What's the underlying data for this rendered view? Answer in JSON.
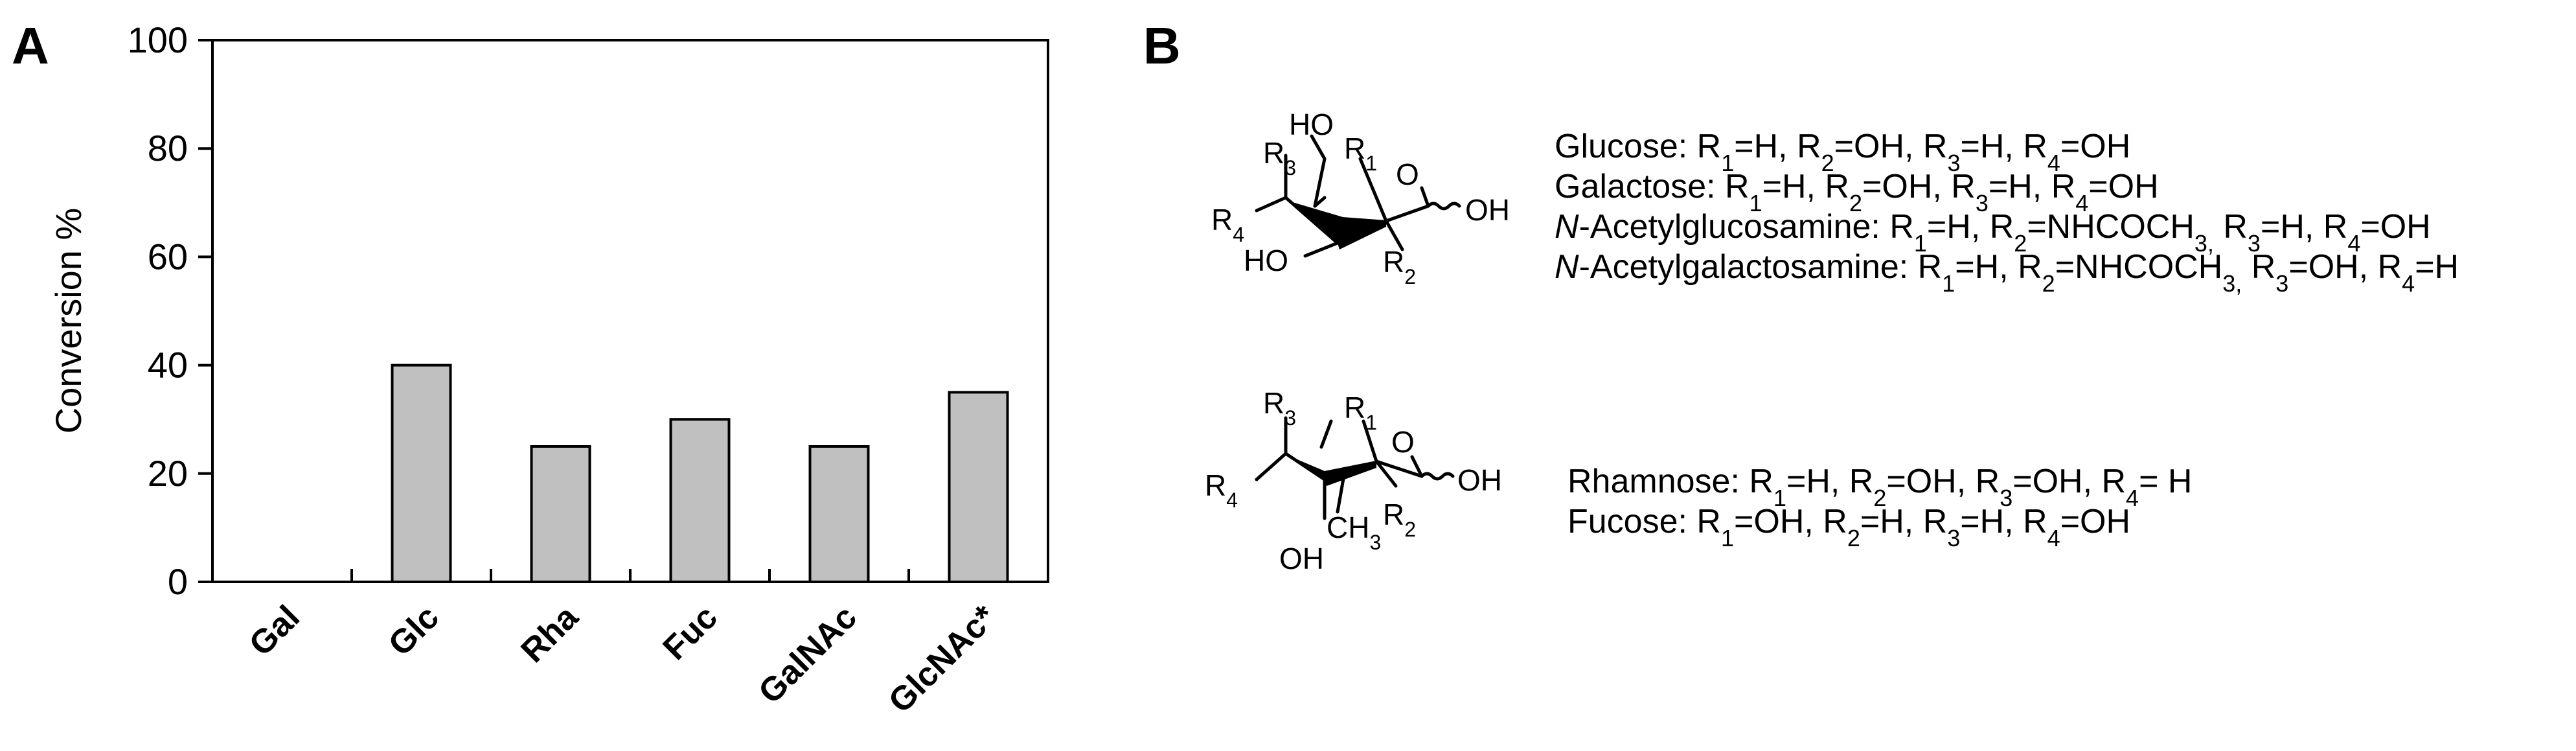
{
  "panel_a": {
    "letter": "A"
  },
  "panel_b": {
    "letter": "B",
    "structure1": {
      "labels": {
        "ho_top": "HO",
        "r1": "R",
        "r1_sub": "1",
        "o": "O",
        "r3": "R",
        "r3_sub": "3",
        "r4": "R",
        "r4_sub": "4",
        "oh": "OH",
        "ho_bottom": "HO",
        "r2": "R",
        "r2_sub": "2"
      },
      "lines": [
        {
          "name": "Glucose",
          "text": [
            {
              "t": "Glucose: R"
            },
            {
              "s": "1"
            },
            {
              "t": "=H, R"
            },
            {
              "s": "2"
            },
            {
              "t": "=OH, R"
            },
            {
              "s": "3"
            },
            {
              "t": "=H, R"
            },
            {
              "s": "4"
            },
            {
              "t": "=OH"
            }
          ]
        },
        {
          "name": "Galactose",
          "text": [
            {
              "t": "Galactose: R"
            },
            {
              "s": "1"
            },
            {
              "t": "=H, R"
            },
            {
              "s": "2"
            },
            {
              "t": "=OH, R"
            },
            {
              "s": "3"
            },
            {
              "t": "=H, R"
            },
            {
              "s": "4"
            },
            {
              "t": "=OH"
            }
          ]
        },
        {
          "name": "N-Acetylglucosamine",
          "text": [
            {
              "i": "N"
            },
            {
              "t": "-Acetylglucosamine: R"
            },
            {
              "s": "1"
            },
            {
              "t": "=H, R"
            },
            {
              "s": "2"
            },
            {
              "t": "=NHCOCH"
            },
            {
              "s": "3,"
            },
            {
              "t": " R"
            },
            {
              "s": "3"
            },
            {
              "t": "=H, R"
            },
            {
              "s": "4"
            },
            {
              "t": "=OH"
            }
          ]
        },
        {
          "name": "N-Acetylgalactosamine",
          "text": [
            {
              "i": "N"
            },
            {
              "t": "-Acetylgalactosamine: R"
            },
            {
              "s": "1"
            },
            {
              "t": "=H, R"
            },
            {
              "s": "2"
            },
            {
              "t": "=NHCOCH"
            },
            {
              "s": "3,"
            },
            {
              "t": " R"
            },
            {
              "s": "3"
            },
            {
              "t": "=OH, R"
            },
            {
              "s": "4"
            },
            {
              "t": "=H"
            }
          ]
        }
      ]
    },
    "structure2": {
      "labels": {
        "r3": "R",
        "r3_sub": "3",
        "r1": "R",
        "r1_sub": "1",
        "o": "O",
        "r4": "R",
        "r4_sub": "4",
        "oh": "OH",
        "ch3": "CH",
        "ch3_sub": "3",
        "r2": "R",
        "r2_sub": "2",
        "oh_bottom": "OH"
      },
      "lines": [
        {
          "name": "Rhamnose",
          "text": [
            {
              "t": "Rhamnose: R"
            },
            {
              "s": "1"
            },
            {
              "t": "=H, R"
            },
            {
              "s": "2"
            },
            {
              "t": "=OH, R"
            },
            {
              "s": "3"
            },
            {
              "t": "=OH, R"
            },
            {
              "s": "4"
            },
            {
              "t": "= H"
            }
          ]
        },
        {
          "name": "Fucose",
          "text": [
            {
              "t": "Fucose: R"
            },
            {
              "s": "1"
            },
            {
              "t": "=OH, R"
            },
            {
              "s": "2"
            },
            {
              "t": "=H, R"
            },
            {
              "s": "3"
            },
            {
              "t": "=H, R"
            },
            {
              "s": "4"
            },
            {
              "t": "=OH"
            }
          ]
        }
      ]
    }
  },
  "chart_data": {
    "type": "bar",
    "categories": [
      "Gal",
      "Glc",
      "Rha",
      "Fuc",
      "GalNAc",
      "GlcNAc*"
    ],
    "values": [
      0,
      40,
      25,
      30,
      25,
      35
    ],
    "title": "",
    "xlabel": "",
    "ylabel": "Conversion %",
    "ylim": [
      0,
      100
    ],
    "yticks": [
      0,
      20,
      40,
      60,
      80,
      100
    ],
    "grid": false,
    "bar_color": "#c0c0c0",
    "edge_color": "#000000"
  }
}
